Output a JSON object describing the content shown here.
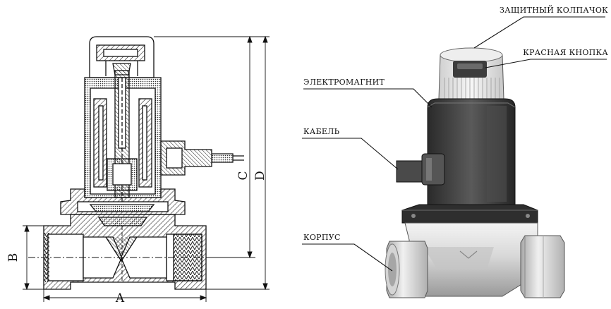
{
  "drawing": {
    "dimensions": {
      "a": "A",
      "b": "B",
      "c": "C",
      "d": "D"
    }
  },
  "render": {
    "callouts": {
      "cap": "ЗАЩИТНЫЙ КОЛПАЧОК",
      "button": "КРАСНАЯ КНОПКА",
      "magnet": "ЭЛЕКТРОМАГНИТ",
      "cable": "КАБЕЛЬ",
      "body": "КОРПУС"
    }
  },
  "colors": {
    "line": "#111111",
    "hatch": "#222222",
    "coil_dark": "#3a3a3a",
    "metal_light": "#e6e6e6",
    "metal_mid": "#b9b9b9"
  }
}
